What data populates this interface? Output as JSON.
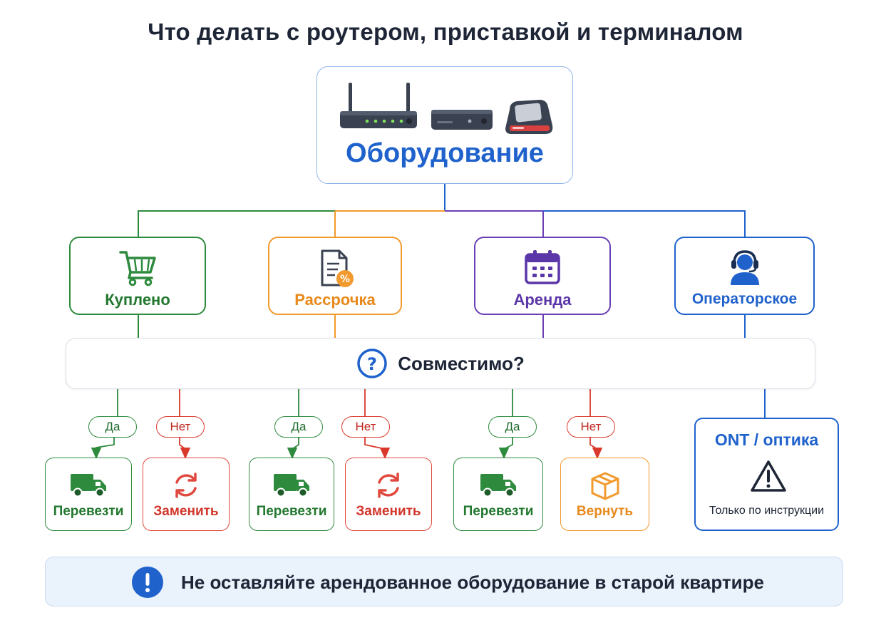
{
  "title": "Что делать с роутером, приставкой и терминалом",
  "root": {
    "label": "Оборудование",
    "icons": [
      "router-icon",
      "set-top-box-icon",
      "payment-terminal-icon"
    ]
  },
  "categories": [
    {
      "label": "Куплено",
      "icon": "shopping-cart-icon",
      "color": "#2e8b3e"
    },
    {
      "label": "Рассрочка",
      "icon": "installment-document-icon",
      "color": "#f29a2e"
    },
    {
      "label": "Аренда",
      "icon": "calendar-icon",
      "color": "#6a3fb5"
    },
    {
      "label": "Операторское",
      "icon": "operator-headset-icon",
      "color": "#1f62cc"
    }
  ],
  "question": {
    "label": "Совместимо?",
    "icon": "question-icon"
  },
  "answers": {
    "yes": "Да",
    "no": "Нет"
  },
  "results": [
    {
      "label": "Перевезти",
      "icon": "truck-icon",
      "color": "#2e8b3e"
    },
    {
      "label": "Заменить",
      "icon": "replace-arrows-icon",
      "color": "#e0493d"
    },
    {
      "label": "Перевезти",
      "icon": "truck-icon",
      "color": "#2e8b3e"
    },
    {
      "label": "Заменить",
      "icon": "replace-arrows-icon",
      "color": "#e0493d"
    },
    {
      "label": "Перевезти",
      "icon": "truck-icon",
      "color": "#2e8b3e"
    },
    {
      "label": "Вернуть",
      "icon": "box-icon",
      "color": "#f29a2e"
    }
  ],
  "ont": {
    "title": "ONT / оптика",
    "subtitle": "Только по инструкции",
    "icon": "warning-icon"
  },
  "banner": {
    "text": "Не оставляйте арендованное оборудование в старой квартире",
    "icon": "exclamation-icon"
  }
}
